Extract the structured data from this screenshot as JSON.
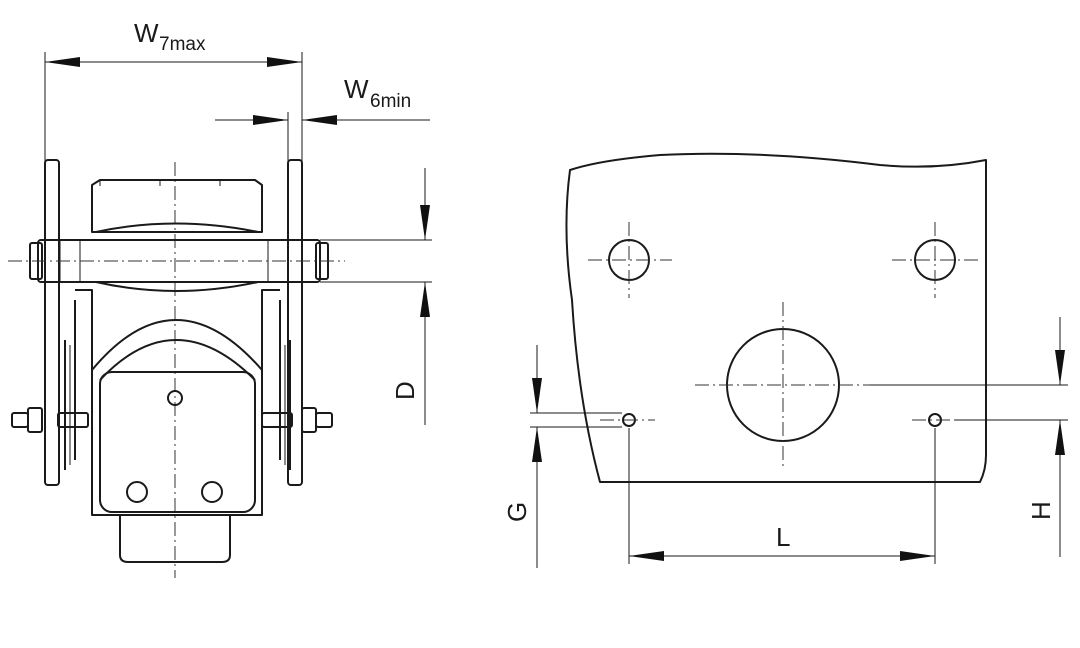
{
  "dimensions": {
    "w7": {
      "letter": "W",
      "subscript": "7max"
    },
    "w6": {
      "letter": "W",
      "subscript": "6min"
    },
    "d": "D",
    "g": "G",
    "h": "H",
    "l": "L"
  }
}
